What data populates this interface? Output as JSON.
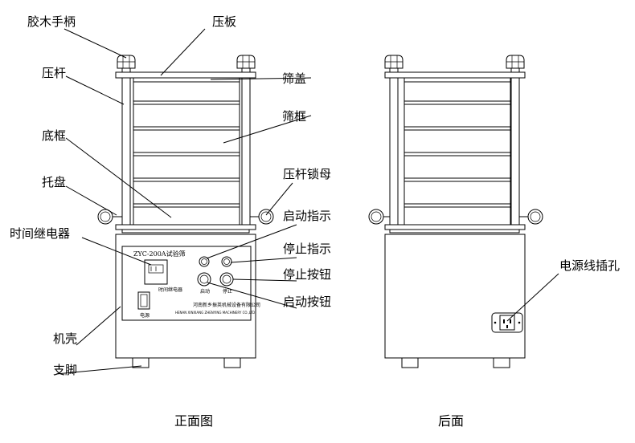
{
  "labels": {
    "handle": "胶木手柄",
    "press_plate": "压板",
    "press_rod": "压杆",
    "sieve_cover": "筛盖",
    "sieve_frame": "筛框",
    "base_frame": "底框",
    "rod_lock_nut": "压杆锁母",
    "tray": "托盘",
    "start_indicator": "启动指示",
    "time_relay": "时间继电器",
    "stop_indicator": "停止指示",
    "stop_button": "停止按钮",
    "start_button": "启动按钮",
    "housing": "机壳",
    "foot": "支脚",
    "power_socket": "电源线插孔"
  },
  "panel": {
    "model": "ZYC-200A试验筛",
    "timer_caption": "时间继电器",
    "switch_caption": "电源",
    "btn_left_caption": "启动",
    "btn_right_caption": "停止",
    "company": "河南新乡振英机械设备有限公司",
    "company_en": "HENAN XINXIANG ZHENYING MACHINERY CO.,LTD"
  },
  "captions": {
    "front": "正面图",
    "back": "后面"
  }
}
